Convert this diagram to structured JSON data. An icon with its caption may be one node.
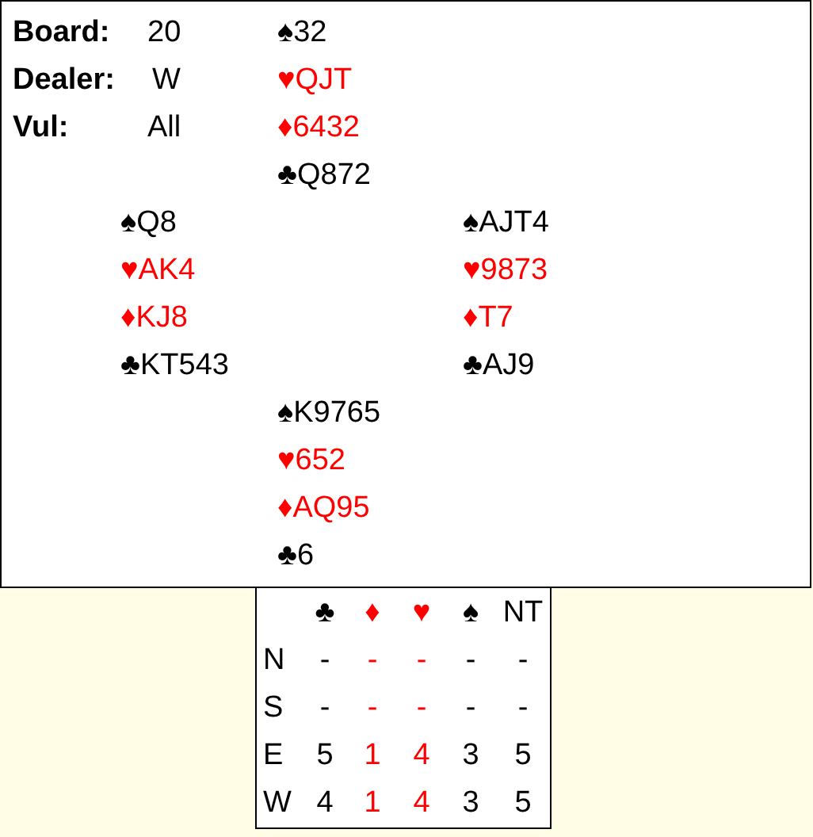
{
  "diagram": {
    "labels": [
      "Board:",
      "20",
      "♠32",
      "Dealer:",
      "W",
      "♥QJT",
      "Vul:",
      "All",
      "♦6432",
      "♣Q872",
      "♠Q8",
      "♠AJT4",
      "♥AK4",
      "♥9873",
      "♦KJ8",
      "♦T7",
      "♣KT543",
      "♣AJ9",
      "♠K9765",
      "♥652",
      "♦AQ95",
      "♣6",
      "♣",
      "♦",
      "♥",
      "♠",
      "NT",
      "N",
      "-",
      "-",
      "-",
      "-",
      "-",
      "S",
      "-",
      "-",
      "-",
      "-",
      "-",
      "E",
      "5",
      "1",
      "4",
      "3",
      "5",
      "W",
      "4",
      "1",
      "4",
      "3",
      "5"
    ]
  }
}
